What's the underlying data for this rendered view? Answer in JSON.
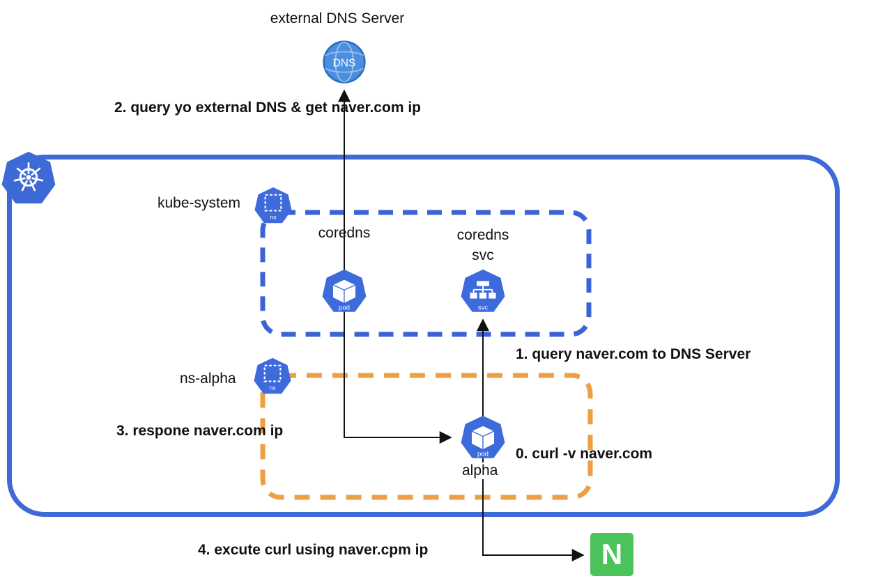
{
  "diagram": {
    "title": "external DNS Server",
    "steps": {
      "step0": "0. curl -v naver.com",
      "step1": "1. query naver.com to DNS Server",
      "step2": "2. query yo external DNS & get naver.com ip",
      "step3": "3. respone naver.com ip",
      "step4": "4. excute curl using naver.cpm ip"
    },
    "namespaces": {
      "kube_system": "kube-system",
      "ns_alpha": "ns-alpha"
    },
    "nodes": {
      "coredns_pod": "coredns",
      "coredns_svc_line1": "coredns",
      "coredns_svc_line2": "svc",
      "alpha_pod": "alpha"
    },
    "badges": {
      "dns": "DNS",
      "ns": "ns",
      "pod": "pod",
      "svc": "svc",
      "naver": "N"
    },
    "colors": {
      "cluster_border": "#3e6ad8",
      "kube_system_dashed": "#3c63d6",
      "ns_alpha_dashed": "#ee9f44",
      "icon_blue": "#3e6bdb",
      "dns_fill": "#4a8ede",
      "dns_ring": "#2c6ec6",
      "naver_green": "#4cc35a",
      "arrow": "#111111"
    }
  }
}
